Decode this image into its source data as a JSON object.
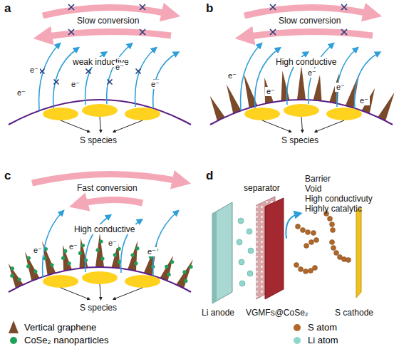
{
  "diagram": {
    "labels": [
      "a",
      "Slow conversion",
      "weak inductive",
      "e⁻",
      "e⁻",
      "e⁻",
      "e⁻",
      "e⁻",
      "S species",
      "b",
      "Slow conversion",
      "High conductive",
      "e⁻",
      "e⁻",
      "e⁻",
      "e⁻",
      "e⁻",
      "S species",
      "c",
      "Fast conversion",
      "High conductive",
      "e⁻",
      "e⁻",
      "e⁻",
      "e⁻",
      "S species",
      "d",
      "separator",
      "Barrier",
      "Void",
      "High conductivuty",
      "Highly catalytic",
      "Li anode",
      "VGMFs@CoSe₂",
      "S cathode"
    ],
    "legend": [
      {
        "text": "Vertical graphene",
        "color": "#7a4a2a"
      },
      {
        "text": "CoSe₂ nanoparticles",
        "color": "#1fa05a"
      },
      {
        "text": "S atom",
        "color": "#b0672a"
      },
      {
        "text": "Li atom",
        "color": "#8fd6cc"
      }
    ]
  }
}
